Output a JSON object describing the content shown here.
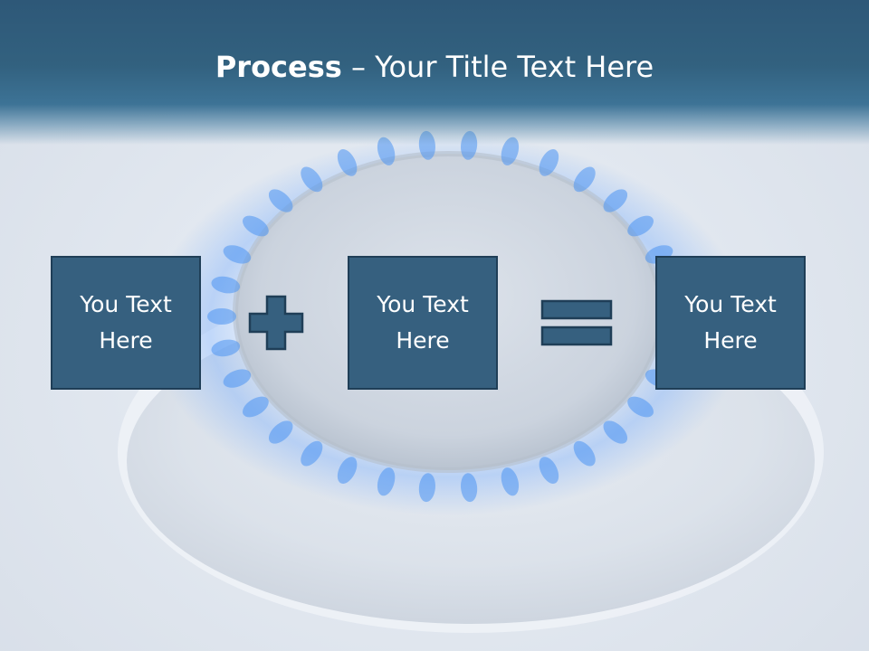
{
  "slide": {
    "title_bold": "Process",
    "title_rest": " – Your Title Text Here"
  },
  "boxes": [
    {
      "text": "You Text\nHere"
    },
    {
      "text": "You Text\nHere"
    },
    {
      "text": "You Text\nHere"
    }
  ],
  "colors": {
    "header": "#32617f",
    "box_fill": "#36607f",
    "box_border": "#1f3e57",
    "flame": "#3d8df0"
  },
  "icons": {
    "operator_1": "plus-icon",
    "operator_2": "equals-icon"
  }
}
